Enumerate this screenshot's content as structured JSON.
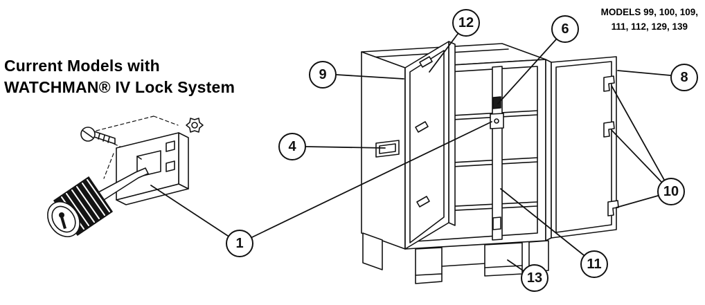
{
  "document": {
    "background": "#ffffff",
    "line_color": "#111111",
    "lock_body_color": "#141414"
  },
  "models_note": {
    "line1": "MODELS 99, 100, 109,",
    "line2": "111, 112, 129, 139"
  },
  "title": {
    "line1": "Current Models with",
    "line2": "WATCHMAN® IV Lock System"
  },
  "callouts": [
    {
      "number": "1",
      "points_to": "lock assembly detail and cabinet lock channel"
    },
    {
      "number": "4",
      "points_to": "side handle"
    },
    {
      "number": "6",
      "points_to": "latch on center lock channel"
    },
    {
      "number": "8",
      "points_to": "right door"
    },
    {
      "number": "9",
      "points_to": "cabinet side / left door edge"
    },
    {
      "number": "10",
      "points_to": "right door hinge brackets"
    },
    {
      "number": "11",
      "points_to": "center lock channel"
    },
    {
      "number": "12",
      "points_to": "left door top hinge"
    },
    {
      "number": "13",
      "points_to": "base leg"
    }
  ]
}
